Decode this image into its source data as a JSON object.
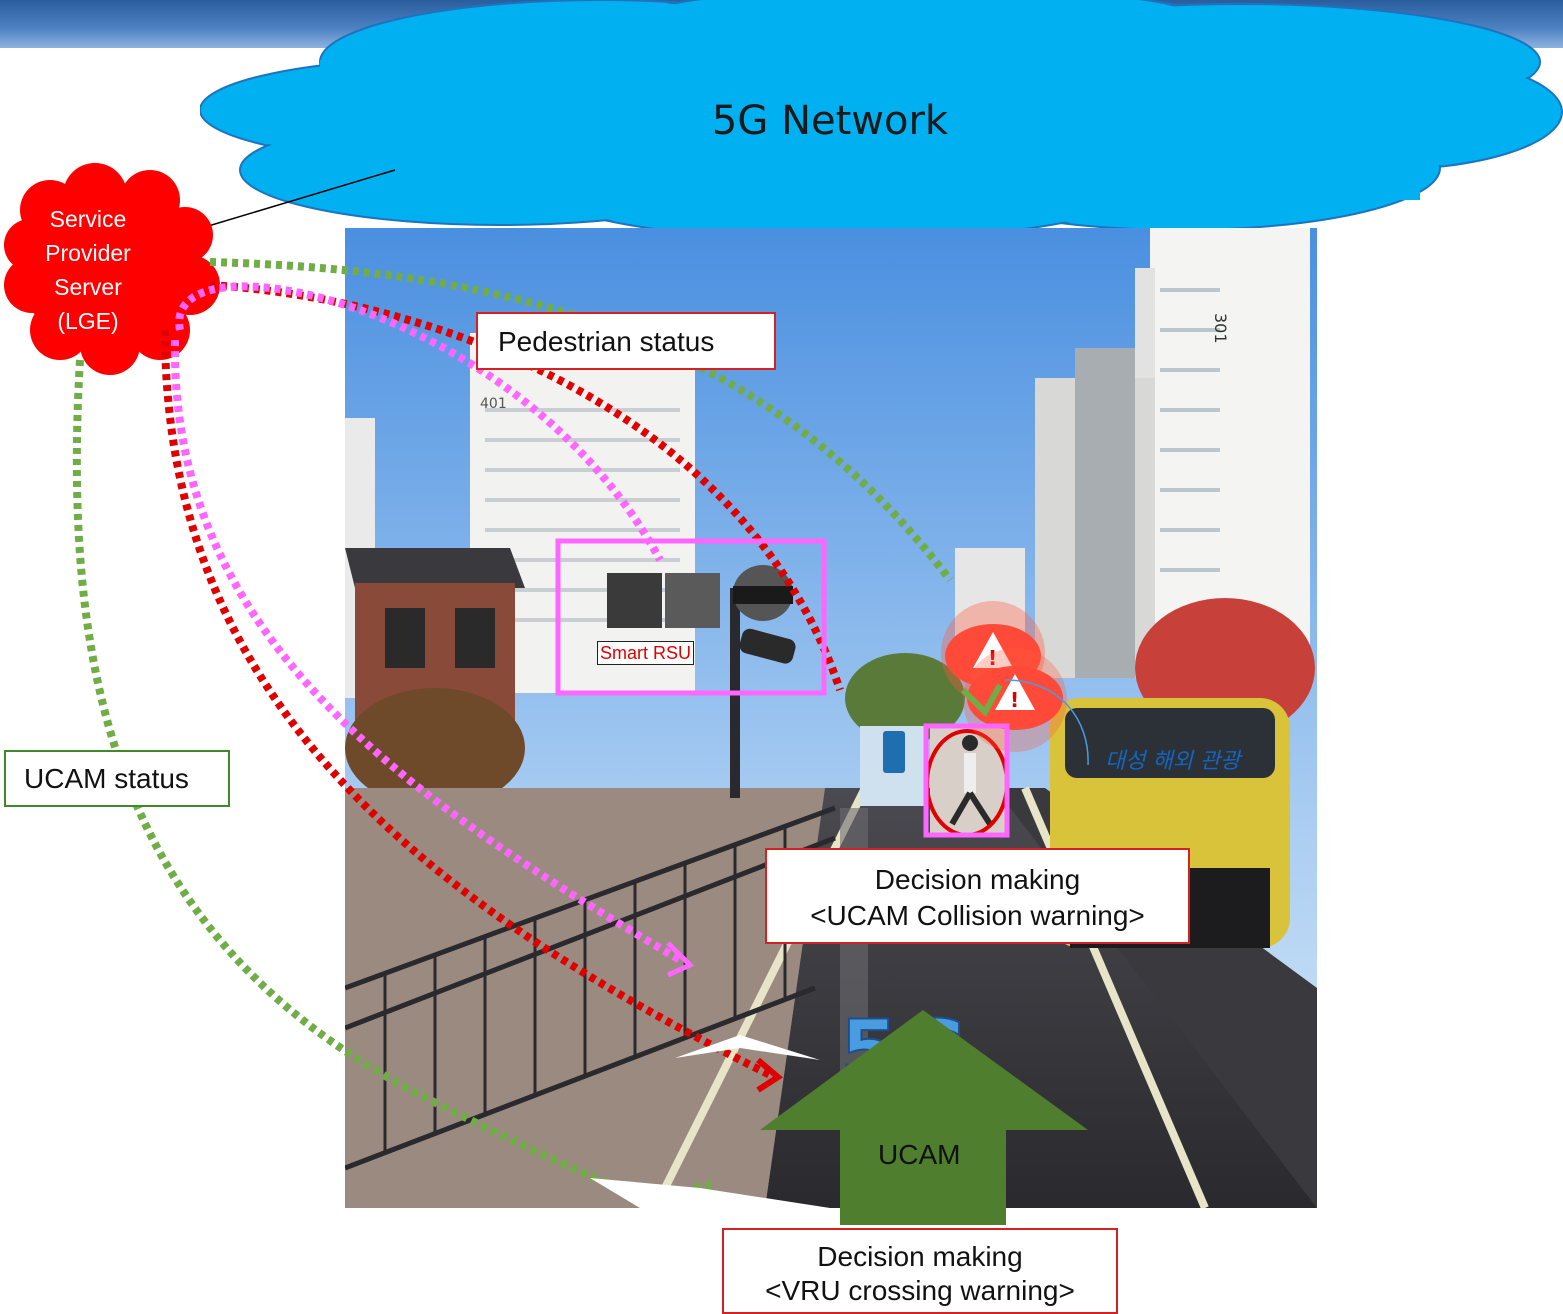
{
  "network": {
    "label": "5G Network"
  },
  "server": {
    "label_lines": [
      "Service",
      "Provider",
      "Server",
      "(LGE)"
    ]
  },
  "labels": {
    "pedestrian_status": "Pedestrian status",
    "ucam_status": "UCAM status",
    "smart_rsu": "Smart RSU",
    "ucam": "UCAM",
    "decision_collision_line1": "Decision making",
    "decision_collision_line2": "<UCAM Collision warning>",
    "decision_vru_line1": "Decision making",
    "decision_vru_line2": "<VRU crossing warning>"
  },
  "scene_text": {
    "building_401": "401",
    "building_301": "301",
    "bus_sign": "대성 해외 관광",
    "badge_5g": "5G",
    "warning_glyph": "!"
  },
  "colors": {
    "cloud": "#00b0f0",
    "server": "#ff0000",
    "green_path": "#70ad47",
    "red_path": "#e00000",
    "pink_path": "#ff66ff",
    "ucam_arrow": "#4e7e2e",
    "box_red_border": "#d92020",
    "box_green_border": "#3e8a2a"
  }
}
